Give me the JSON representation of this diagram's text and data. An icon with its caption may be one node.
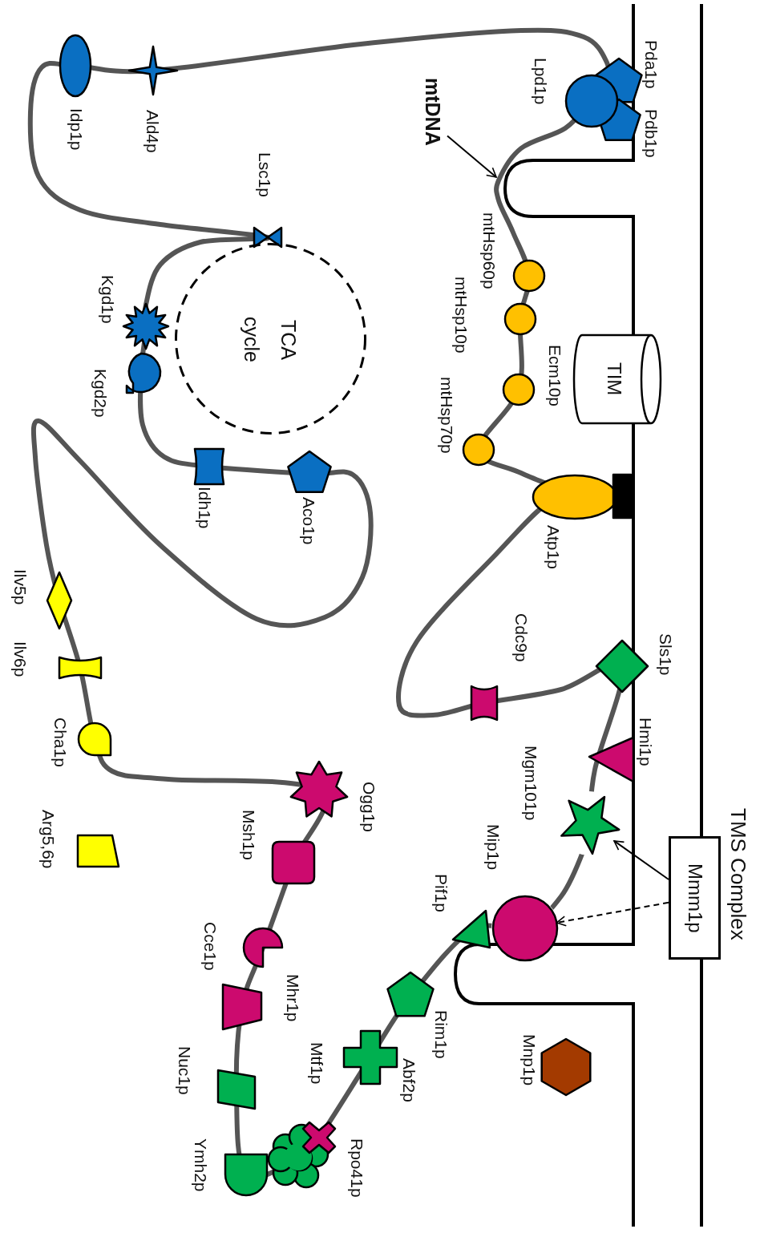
{
  "diagram": {
    "nodes": [
      {
        "text": [
          "TIM"
        ]
      },
      {
        "text": [
          "TCA cycle"
        ]
      },
      {
        "text": [
          "Mmm1p"
        ]
      },
      {
        "text": [],
        "shape": "star",
        "beside": [
          "Mgm101p"
        ]
      },
      {
        "text": [],
        "shape": "circle",
        "beside": [
          "Mip1p"
        ]
      },
      {
        "text": [
          "mtDNA"
        ]
      }
    ],
    "edges": [
      {
        "from": 5,
        "to": null,
        "arrow": "to"
      },
      {
        "from": 2,
        "to": 3,
        "arrow": "to"
      },
      {
        "from": 2,
        "to": 4,
        "arrow": "to",
        "style": "dashed"
      }
    ],
    "labels": [
      "TMS Complex",
      "Pda1p",
      "Pdb1p",
      "Lpd1p",
      "Ald4p",
      "Idp1p",
      "Lsc1p",
      "mtHsp60p",
      "mtHsp10p",
      "Ecm10p",
      "Kgd1p",
      "Kgd2p",
      "mtHsp70p",
      "Idh1p",
      "Aco1p",
      "Atp1p",
      "Ilv5p",
      "Cdc9p",
      "Sls1p",
      "Ilv6p",
      "Hmi1p",
      "Cha1p",
      "Ogg1p",
      "Msh1p",
      "Arg5,6p",
      "Pif1p",
      "Cce1p",
      "Mhr1p",
      "Rim1p",
      "Mnp1p",
      "Mtf1p",
      "Nuc1p",
      "Abf2p",
      "Ymh2p",
      "Rpo41p"
    ]
  }
}
